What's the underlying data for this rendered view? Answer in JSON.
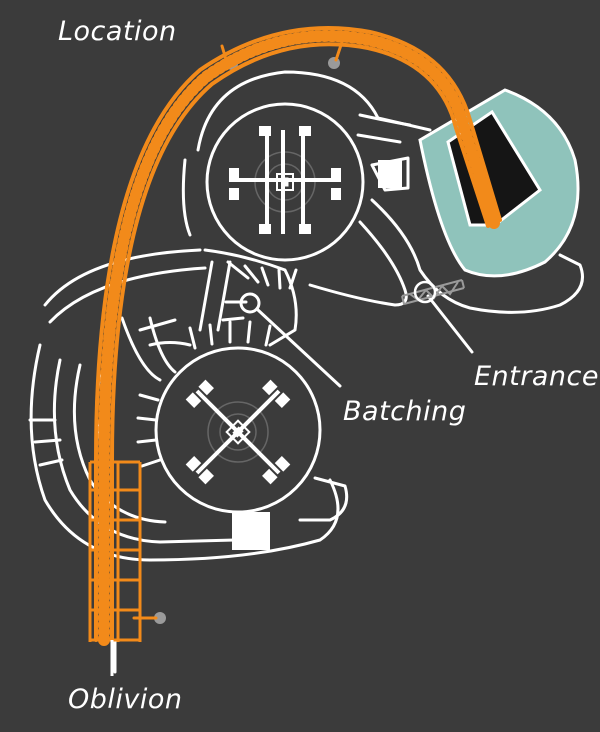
{
  "map": {
    "labels": {
      "location": "Location",
      "entrance": "Entrance",
      "batching": "Batching",
      "oblivion": "Oblivion"
    },
    "colors": {
      "background": "#3b3b3b",
      "outline": "#ffffff",
      "track": "#f28a1a",
      "station": "#8fc3bb",
      "shaft": "#111111"
    },
    "icons": {
      "ride_center_top": "ride-hub-icon",
      "ride_center_bottom": "ride-hub-icon",
      "queue_bridge": "truss-bridge-icon"
    }
  }
}
